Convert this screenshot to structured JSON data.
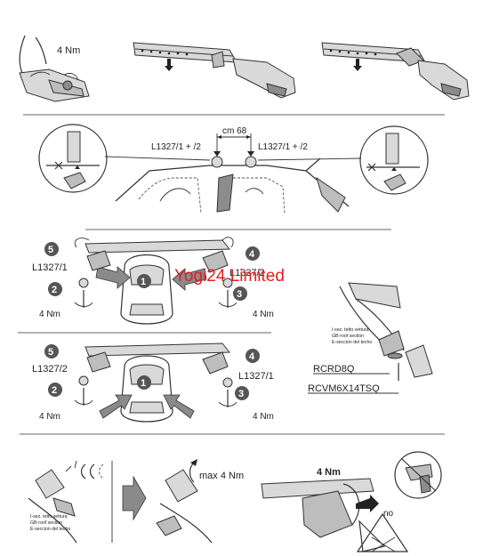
{
  "labels": {
    "torque_4nm": "4 Nm",
    "cm_68": "cm 68",
    "part_left_top": "L1327/1 + /2",
    "part_right_top": "L1327/1 + /2",
    "part_l1327_1": "L1327/1",
    "part_l1327_2": "L1327/2",
    "part_rcrd8q": "RCRD8Q",
    "part_rcvm": "RCVM6X14TSQ",
    "max_4nm": "max 4 Nm",
    "no": "no"
  },
  "roof_section": {
    "line1": "I-sez. tetto vettura",
    "line2": "GB-roof section",
    "line3": "E-seccion del techo"
  },
  "steps": [
    "1",
    "2",
    "3",
    "4",
    "5"
  ],
  "watermark": "Yogi24 Limited",
  "colors": {
    "watermark": "#e02020",
    "step_badge": "#555555",
    "arrow_fill": "#8a8a8a"
  }
}
